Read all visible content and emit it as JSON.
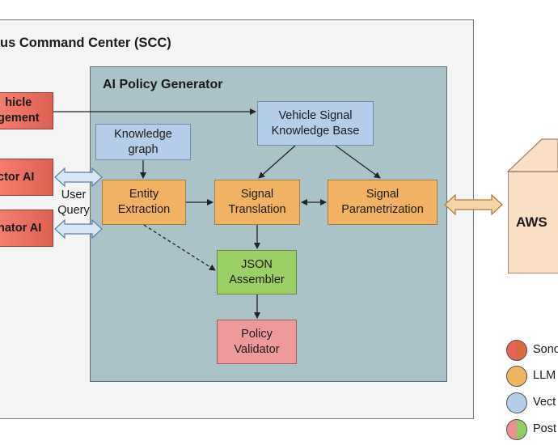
{
  "scc_title": "us Command Center (SCC)",
  "generator_title": "AI Policy Generator",
  "left_blocks": {
    "vehicle_management": "hicle\ngement",
    "actor_ai": "ctor AI",
    "nator_ai": "nator AI"
  },
  "user_query": "User\nQuery",
  "nodes": {
    "knowledge_graph": "Knowledge\ngraph",
    "vehicle_signal_kb": "Vehicle Signal\nKnowledge Base",
    "entity_extraction": "Entity\nExtraction",
    "signal_translation": "Signal\nTranslation",
    "signal_parametrization": "Signal\nParametrization",
    "json_assembler": "JSON\nAssembler",
    "policy_validator": "Policy\nValidator"
  },
  "aws_label": "AWS",
  "legend": [
    {
      "label": "Sono",
      "colors": [
        "#e7635b",
        "#d96b3a"
      ]
    },
    {
      "label": "LLM",
      "colors": [
        "#f2b263",
        "#f2b263"
      ]
    },
    {
      "label": "Vect",
      "colors": [
        "#b4cde9",
        "#b4cde9"
      ]
    },
    {
      "label": "Post",
      "colors": [
        "#ef8f8f",
        "#8fce63"
      ]
    }
  ],
  "colors": {
    "llm": "#f2b263",
    "vector": "#b4cde9",
    "postprocess": "#9bd067",
    "validator": "#ef9a9a",
    "interface": "#e7635b",
    "generator_bg": "#a9c3c9"
  }
}
